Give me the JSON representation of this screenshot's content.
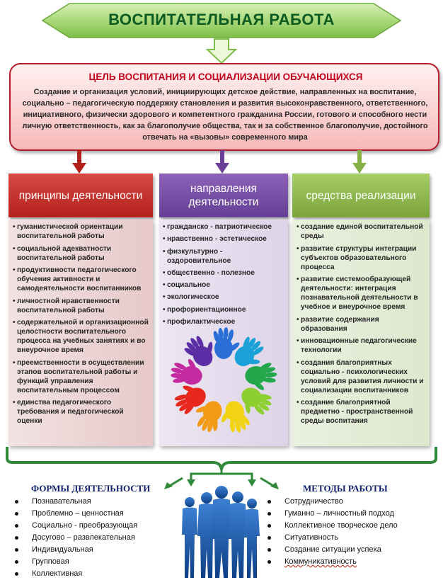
{
  "title": "ВОСПИТАТЕЛЬНАЯ РАБОТА",
  "goal": {
    "title": "ЦЕЛЬ ВОСПИТАНИЯ И СОЦИАЛИЗАЦИИ ОБУЧАЮЩИХСЯ",
    "text": "Создание и организация условий, инициирующих детское действие, направленных на воспитание, социально – педагогическую поддержку становления и развития высоконравственного, ответственного, инициативного, физически здорового и компетентного гражданина России, готового и способного нести личную ответственность, как за благополучие общества, так и за собственное благополучие, достойного отвечать на «вызовы» современного мира"
  },
  "columns": {
    "principles": {
      "title": "принципы деятельности",
      "color": "#c33a34",
      "items": [
        "гуманистической ориентации воспитательной работы",
        "социальной адекватности воспитательной работы",
        "продуктивности педагогического обучения активности и самодеятельности воспитанников",
        "личностной нравственности воспитательной работы",
        "содержательной и организационной целостности воспитательного процесса на учебных занятиях и во внеурочное время",
        "преемственности в осуществлении этапов воспитательной работы и функций управления воспитательным процессом",
        "единства педагогического требования и педагогической оценки"
      ]
    },
    "directions": {
      "title": "направления деятельности",
      "color": "#7b52a8",
      "items": [
        "гражданско - патриотическое",
        "нравственно - эстетическое",
        "физкультурно - оздоровительное",
        "общественно - полезное",
        "социальное",
        "экологическое",
        "профориентационное",
        "профилактическое"
      ]
    },
    "means": {
      "title": "средства реализации",
      "color": "#8fb84f",
      "items": [
        "создание единой воспитательной среды",
        "развитие структуры интеграции субъектов образовательного процесса",
        "развитие системообразующей деятельности: интеграция познавательной деятельности в учебное и внеурочное время",
        "развитие содержания образования",
        "инновационные педагогические технологии",
        "создания благоприятных социально - психологических условий для развития личности и социализации воспитанников",
        "создание благоприятной предметно - пространственной среды воспитания"
      ]
    }
  },
  "forms": {
    "title": "ФОРМЫ ДЕЯТЕЛЬНОСТИ",
    "items": [
      "Познавательная",
      "Проблемно – ценностная",
      "Социально - преобразующая",
      "Досугово – развлекательная",
      "Индивидуальная",
      "Групповая",
      "Коллективная"
    ]
  },
  "methods": {
    "title": "МЕТОДЫ РАБОТЫ",
    "items": [
      "Сотрудничество",
      "Гуманно – личностный подход",
      "Коллективное творческое дело",
      "Ситуативность",
      "Создание ситуации успеха",
      "Коммуникативность"
    ]
  },
  "colors": {
    "title_green": "#0b5b22",
    "banner_green": "#8fc95a",
    "goal_red": "#c0001b",
    "section_navy": "#12206e",
    "people_blue": "#1a5fb4"
  },
  "illustration": {
    "hands_colors": [
      "#2b6fd6",
      "#1aa2d8",
      "#22a84a",
      "#8ccf2f",
      "#f2d313",
      "#f39a14",
      "#e8271d",
      "#c32aa0",
      "#5b2ea6"
    ]
  }
}
